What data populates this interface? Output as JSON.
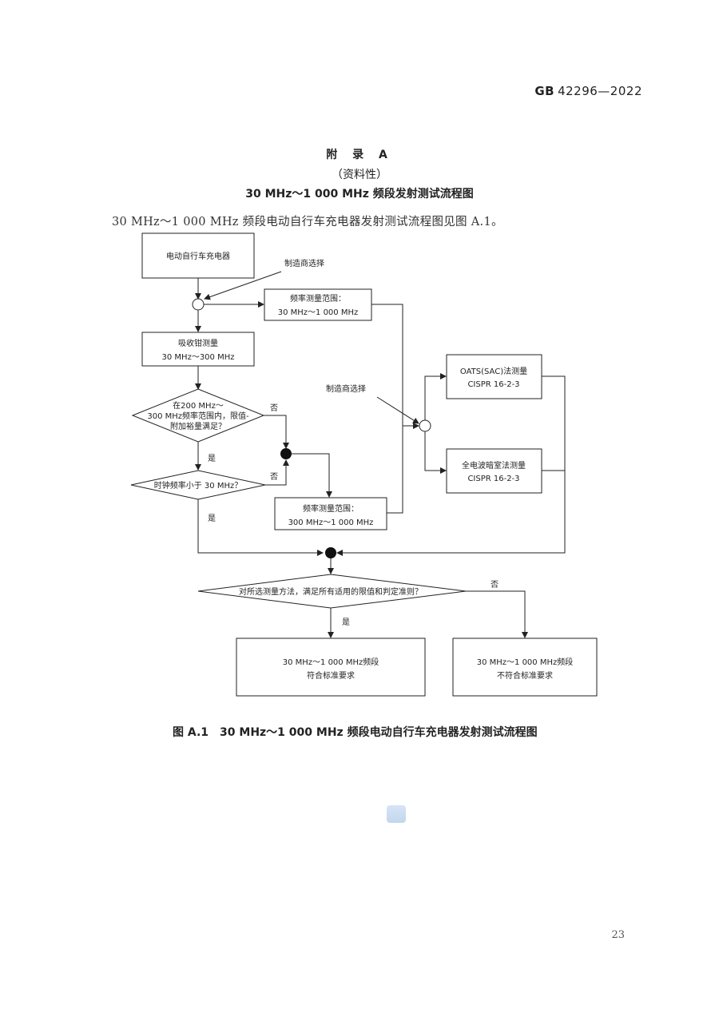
{
  "header": {
    "std_prefix": "GB",
    "std_number": "42296—2022"
  },
  "appendix": {
    "title": "附 录 A",
    "nature": "（资料性）",
    "subtitle": "30 MHz～1 000 MHz 频段发射测试流程图"
  },
  "intro_text": "30 MHz～1 000 MHz 频段电动自行车充电器发射测试流程图见图 A.1。",
  "flowchart": {
    "start_box": "电动自行车充电器",
    "mfr_choice_1": "制造商选择",
    "freq_range_box": [
      "频率测量范围：",
      "30 MHz～1 000 MHz"
    ],
    "clamp_box": [
      "吸收钳测量",
      "30 MHz～300 MHz"
    ],
    "decision_1": [
      "在200 MHz～",
      "300 MHz频率范围内，限值-",
      "附加裕量满足？"
    ],
    "decision_1_no": "否",
    "decision_1_yes": "是",
    "decision_2": "时钟频率小于 30 MHz？",
    "decision_2_no": "否",
    "decision_2_yes": "是",
    "freq_range_box_2": [
      "频率测量范围：",
      "300 MHz～1 000 MHz"
    ],
    "mfr_choice_2": "制造商选择",
    "oats_box": [
      "OATS(SAC)法测量",
      "CISPR 16-2-3"
    ],
    "far_box": [
      "全电波暗室法测量",
      "CISPR 16-2-3"
    ],
    "decision_3": "对所选测量方法，满足所有适用的限值和判定准则？",
    "decision_3_no": "否",
    "decision_3_yes": "是",
    "pass_box": [
      "30 MHz～1 000 MHz频段",
      "符合标准要求"
    ],
    "fail_box": [
      "30 MHz～1 000 MHz频段",
      "不符合标准要求"
    ]
  },
  "figure_caption": "图 A.1　30 MHz～1 000 MHz 频段电动自行车充电器发射测试流程图",
  "page_number": "23"
}
